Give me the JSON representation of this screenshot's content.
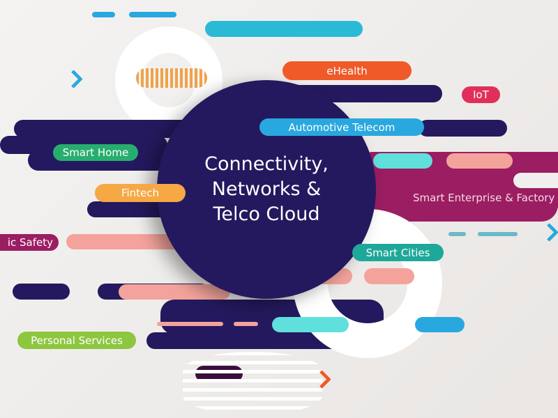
{
  "center": {
    "title_line1": "Connectivity,",
    "title_line2": "Networks &",
    "title_line3": "Telco Cloud"
  },
  "labels": {
    "ehealth": "eHealth",
    "iot": "IoT",
    "automotive": "Automotive Telecom",
    "smart_home": "Smart Home",
    "fintech": "Fintech",
    "smart_enterprise": "Smart Enterprise & Factory",
    "public_safety": "ic Safety",
    "smart_cities": "Smart Cities",
    "personal_services": "Personal Services"
  },
  "colors": {
    "navy": "#24195e",
    "magenta": "#9b1d62",
    "coral": "#f3a39b",
    "cyan": "#2bbad5",
    "aqua": "#5fe0dc",
    "blue": "#29a8df",
    "teal": "#1ea89a",
    "green": "#27ae6e",
    "orange": "#f5a843",
    "red_orange": "#ef5a28",
    "pink": "#e0305a",
    "lime": "#8dc63f"
  }
}
